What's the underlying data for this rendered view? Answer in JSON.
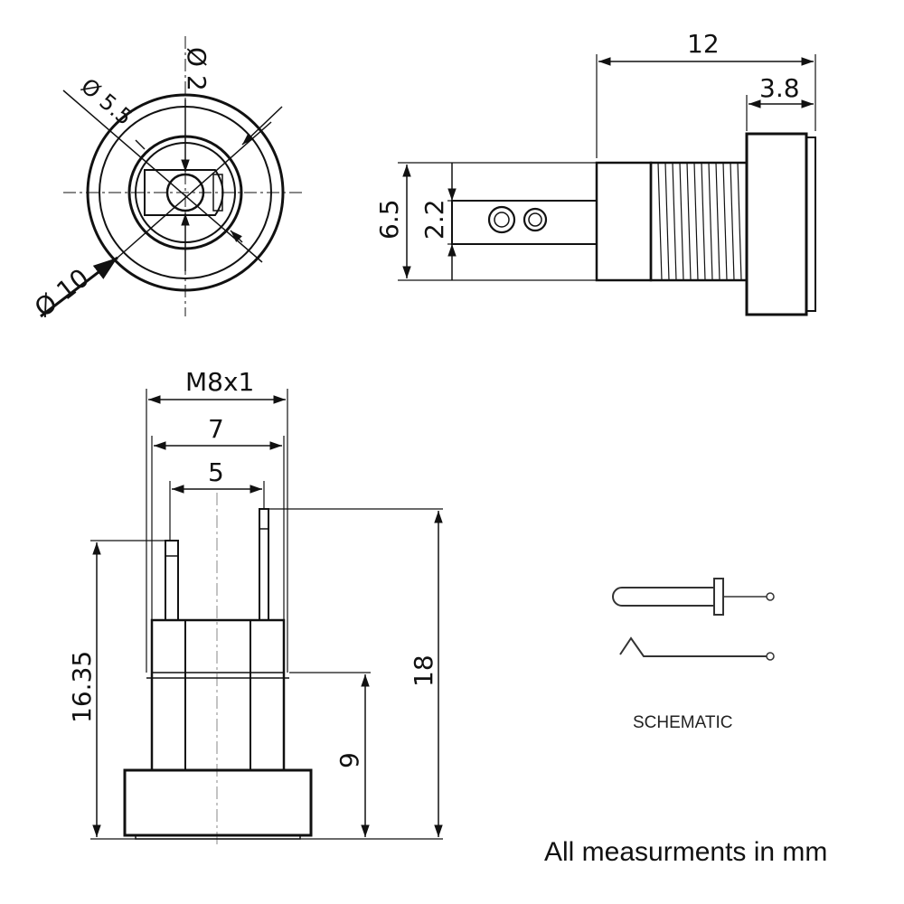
{
  "front_view": {
    "dim_outer": "Ø 10",
    "dim_socket": "Ø 5.5",
    "dim_pin": "Ø 2"
  },
  "side_view": {
    "dim_length": "12",
    "dim_flange": "3.8",
    "dim_body_height": "6.5",
    "dim_pin_height": "2.2"
  },
  "pin_view": {
    "dim_thread": "M8x1",
    "dim_width": "7",
    "dim_pin_spacing": "5",
    "dim_short_pin": "16.35",
    "dim_tall_pin": "18",
    "dim_thread_height": "9"
  },
  "schematic": {
    "label": "SCHEMATIC"
  },
  "note": "All measurments in mm"
}
